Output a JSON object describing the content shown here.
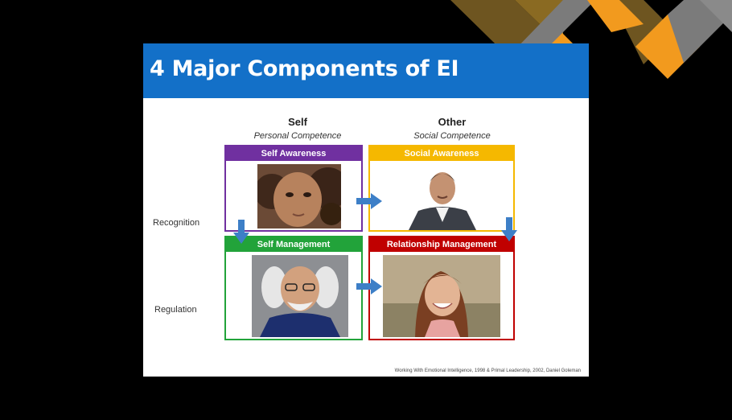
{
  "slide": {
    "title": "4 Major Components of EI",
    "columns": [
      {
        "heading": "Self",
        "subheading": "Personal Competence"
      },
      {
        "heading": "Other",
        "subheading": "Social Competence"
      }
    ],
    "rows": [
      {
        "label": "Recognition"
      },
      {
        "label": "Regulation"
      }
    ],
    "quadrants": [
      {
        "label": "Self Awareness",
        "color": "#7030a0"
      },
      {
        "label": "Social Awareness",
        "color": "#f5b800"
      },
      {
        "label": "Self Management",
        "color": "#22a33a"
      },
      {
        "label": "Relationship Management",
        "color": "#c00000"
      }
    ],
    "footer": "Working With Emotional Intelligence, 1998 & Primal Leadership, 2002, Daniel Goleman"
  },
  "colors": {
    "background": "#000000",
    "title_bar": "#1370c8",
    "arrow": "#3d7fc7",
    "deco_orange": "#f29a1e",
    "deco_gray": "#7b7b7b"
  }
}
